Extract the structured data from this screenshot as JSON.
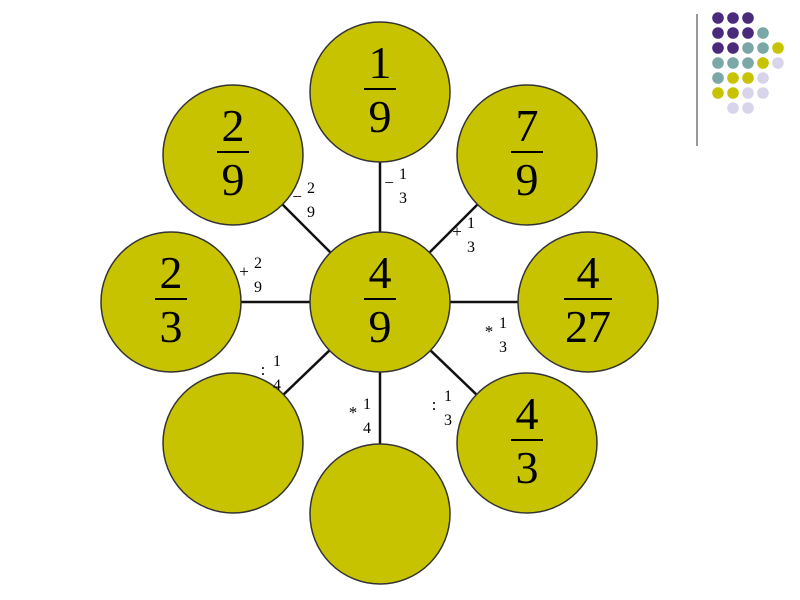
{
  "colors": {
    "circle_fill": "#c8c300",
    "circle_stroke": "#333333",
    "spoke": "#111111",
    "dot_purple": "#4a2a7a",
    "dot_teal": "#7aa8a6",
    "dot_yellow": "#c8c300",
    "dot_lavender": "#d8d4ea",
    "divider": "#9a9a9a"
  },
  "center": {
    "num": "4",
    "den": "9"
  },
  "petals": [
    {
      "id": "top",
      "num": "1",
      "den": "9",
      "op": "−",
      "op_num": "1",
      "op_den": "3"
    },
    {
      "id": "top-right",
      "num": "7",
      "den": "9",
      "op": "+",
      "op_num": "1",
      "op_den": "3"
    },
    {
      "id": "right",
      "num": "4",
      "den": "27",
      "op": "*",
      "op_num": "1",
      "op_den": "3"
    },
    {
      "id": "bottom-right",
      "num": "4",
      "den": "3",
      "op": ":",
      "op_num": "1",
      "op_den": "3"
    },
    {
      "id": "bottom",
      "num": "",
      "den": "",
      "op": "*",
      "op_num": "1",
      "op_den": "4"
    },
    {
      "id": "bottom-left",
      "num": "",
      "den": "",
      "op": ":",
      "op_num": "1",
      "op_den": "4"
    },
    {
      "id": "left",
      "num": "2",
      "den": "3",
      "op": "+",
      "op_num": "2",
      "op_den": "9"
    },
    {
      "id": "top-left",
      "num": "2",
      "den": "9",
      "op": "−",
      "op_num": "2",
      "op_den": "9"
    }
  ],
  "corner_dot_pattern": [
    [
      "purple",
      "purple",
      "purple",
      "",
      ""
    ],
    [
      "purple",
      "purple",
      "purple",
      "teal",
      ""
    ],
    [
      "purple",
      "purple",
      "teal",
      "teal",
      "yellow"
    ],
    [
      "teal",
      "teal",
      "teal",
      "yellow",
      "lavender"
    ],
    [
      "teal",
      "yellow",
      "yellow",
      "lavender",
      ""
    ],
    [
      "yellow",
      "yellow",
      "lavender",
      "lavender",
      ""
    ],
    [
      "",
      "lavender",
      "lavender",
      "",
      ""
    ]
  ]
}
